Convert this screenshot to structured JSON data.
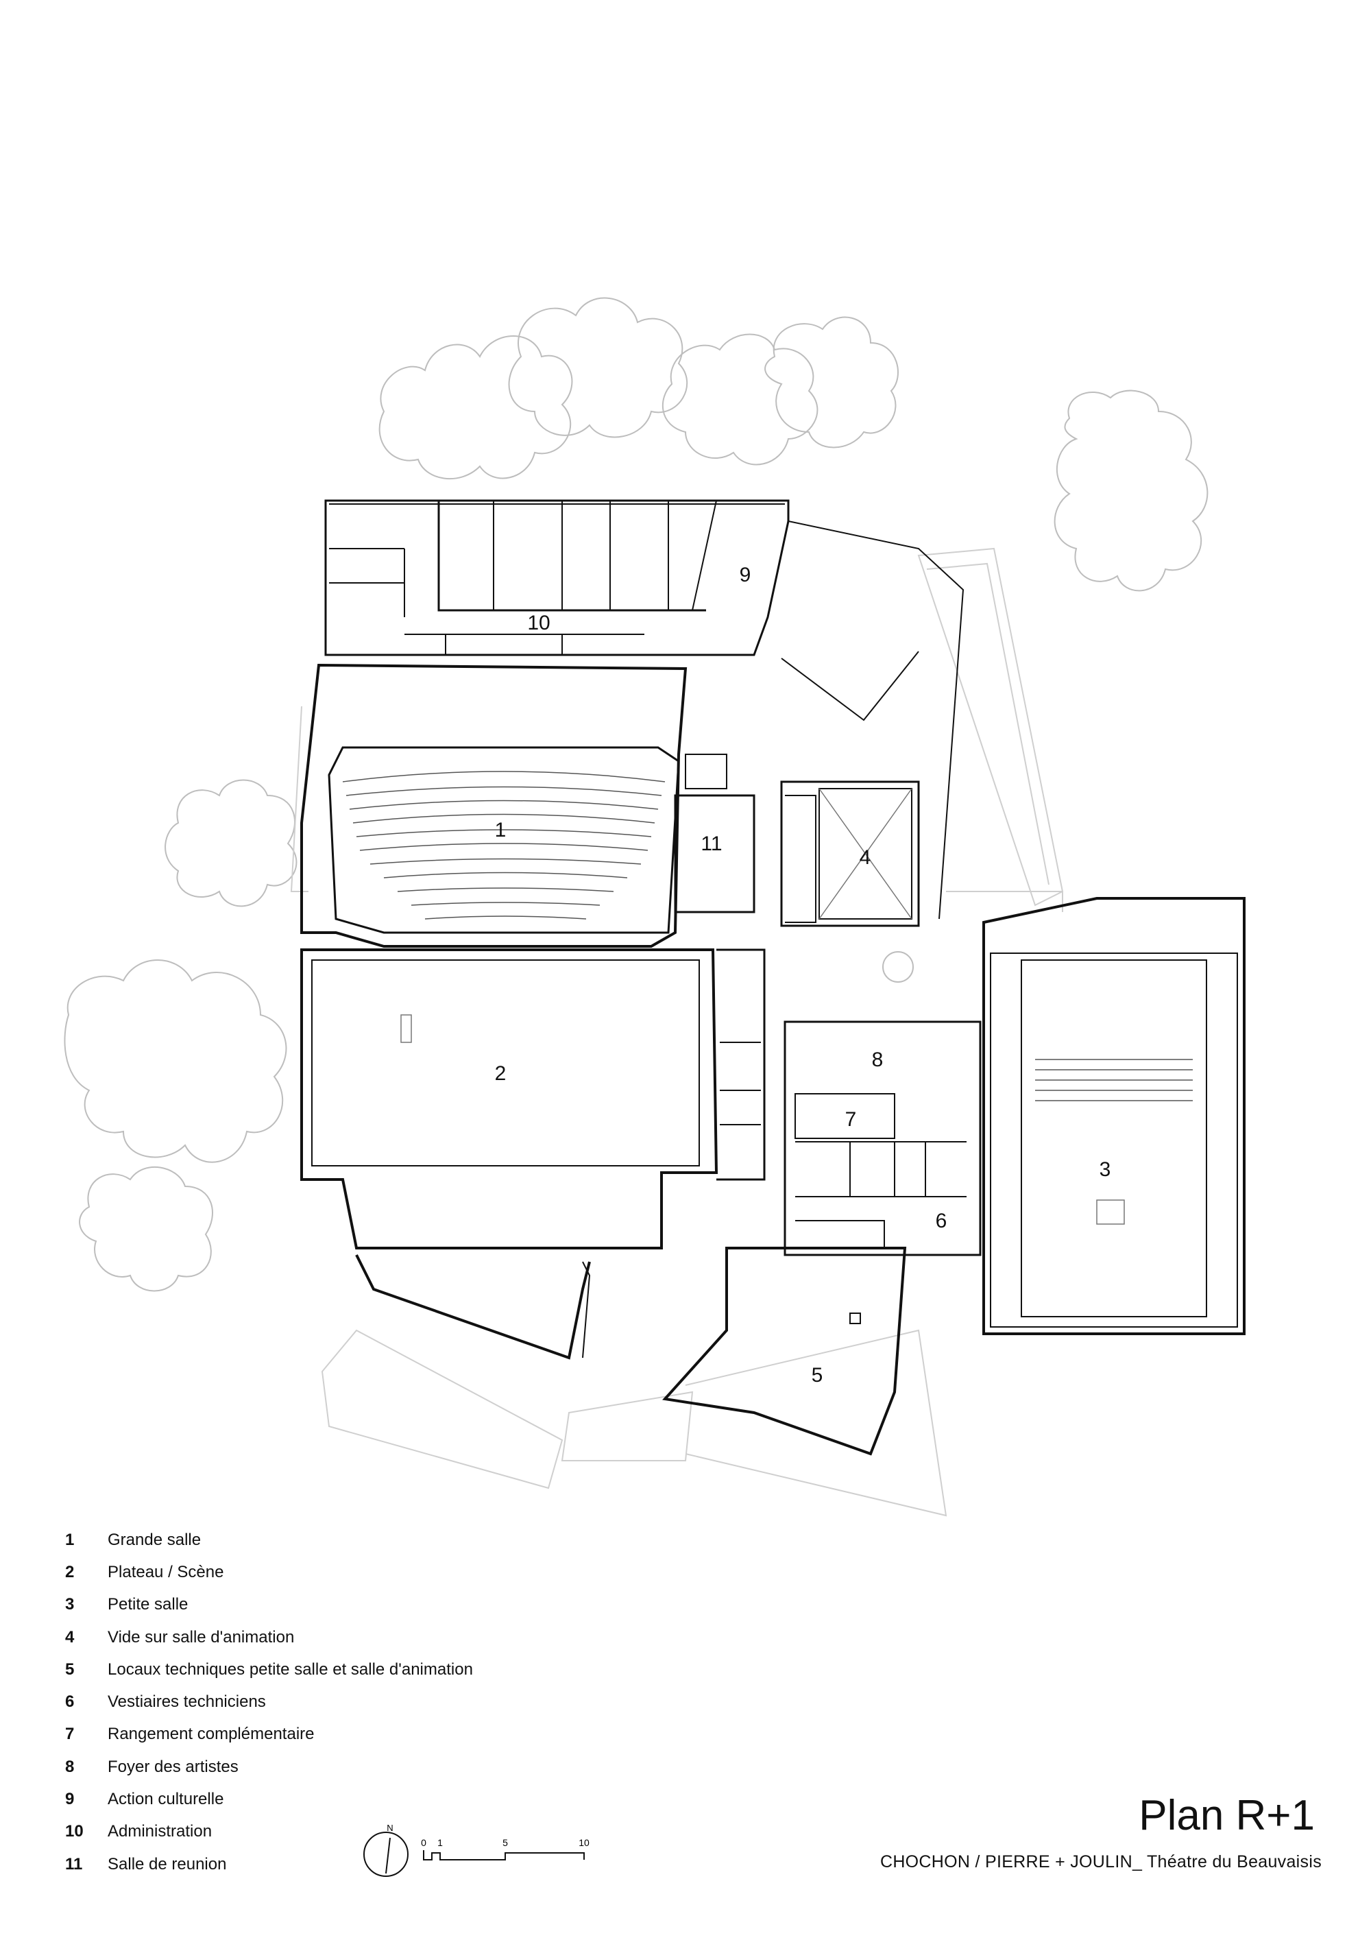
{
  "plan": {
    "room_numbers": [
      "1",
      "2",
      "3",
      "4",
      "5",
      "6",
      "7",
      "8",
      "9",
      "10",
      "11"
    ]
  },
  "legend": [
    {
      "num": "1",
      "label": "Grande salle"
    },
    {
      "num": "2",
      "label": "Plateau / Scène"
    },
    {
      "num": "3",
      "label": "Petite salle"
    },
    {
      "num": "4",
      "label": "Vide sur salle d'animation"
    },
    {
      "num": "5",
      "label": "Locaux techniques petite salle et salle d'animation"
    },
    {
      "num": "6",
      "label": "Vestiaires techniciens"
    },
    {
      "num": "7",
      "label": "Rangement complémentaire"
    },
    {
      "num": "8",
      "label": "Foyer des artistes"
    },
    {
      "num": "9",
      "label": "Action culturelle"
    },
    {
      "num": "10",
      "label": "Administration"
    },
    {
      "num": "11",
      "label": "Salle de reunion"
    }
  ],
  "north_label": "N",
  "scale_labels": [
    "0",
    "1",
    "5",
    "10"
  ],
  "title": "Plan R+1",
  "subtitle": "CHOCHON / PIERRE + JOULIN_ Théatre du Beauvaisis"
}
